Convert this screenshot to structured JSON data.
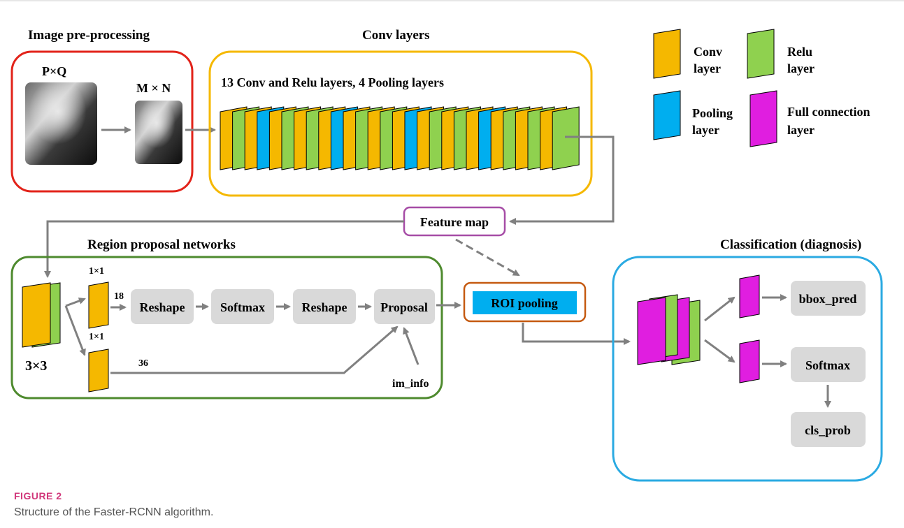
{
  "colors": {
    "conv": "#F5B800",
    "relu": "#8FD14F",
    "pool": "#00AEEF",
    "fc": "#E01EE0",
    "arrow": "#808080",
    "box_preprocess": "#E2231A",
    "box_conv": "#F5B800",
    "box_rpn": "#4E8A2E",
    "box_class": "#2AAAE2",
    "box_feature": "#A64CA6",
    "box_roi": "#C55A11",
    "step_box": "#D9D9D9"
  },
  "preprocessing": {
    "title": "Image pre-processing",
    "input_label": "P×Q",
    "output_label": "M × N"
  },
  "conv_layers": {
    "title": "Conv layers",
    "subtitle": "13 Conv and Relu layers, 4 Pooling layers",
    "sequence": [
      "conv",
      "relu",
      "conv",
      "pool",
      "conv",
      "relu",
      "conv",
      "relu",
      "conv",
      "pool",
      "conv",
      "relu",
      "conv",
      "relu",
      "conv",
      "pool",
      "conv",
      "relu",
      "conv",
      "relu",
      "conv",
      "pool",
      "conv",
      "relu",
      "conv",
      "relu",
      "conv",
      "relu"
    ]
  },
  "legend": {
    "conv": "Conv layer",
    "relu": "Relu layer",
    "pool": "Pooling layer",
    "fc": "Full connection layer"
  },
  "feature_map": "Feature map",
  "rpn": {
    "title": "Region proposal networks",
    "kernel_label": "3×3",
    "branch_top_kernel": "1×1",
    "branch_top_channels": "18",
    "branch_bottom_kernel": "1×1",
    "branch_bottom_channels": "36",
    "steps": [
      "Reshape",
      "Softmax",
      "Reshape",
      "Proposal"
    ],
    "im_info": "im_info"
  },
  "roi_pooling": "ROI pooling",
  "classification": {
    "title": "Classification (diagnosis)",
    "bbox": "bbox_pred",
    "softmax": "Softmax",
    "cls_prob": "cls_prob"
  },
  "caption": {
    "label": "FIGURE 2",
    "text": "Structure of the Faster-RCNN algorithm."
  }
}
